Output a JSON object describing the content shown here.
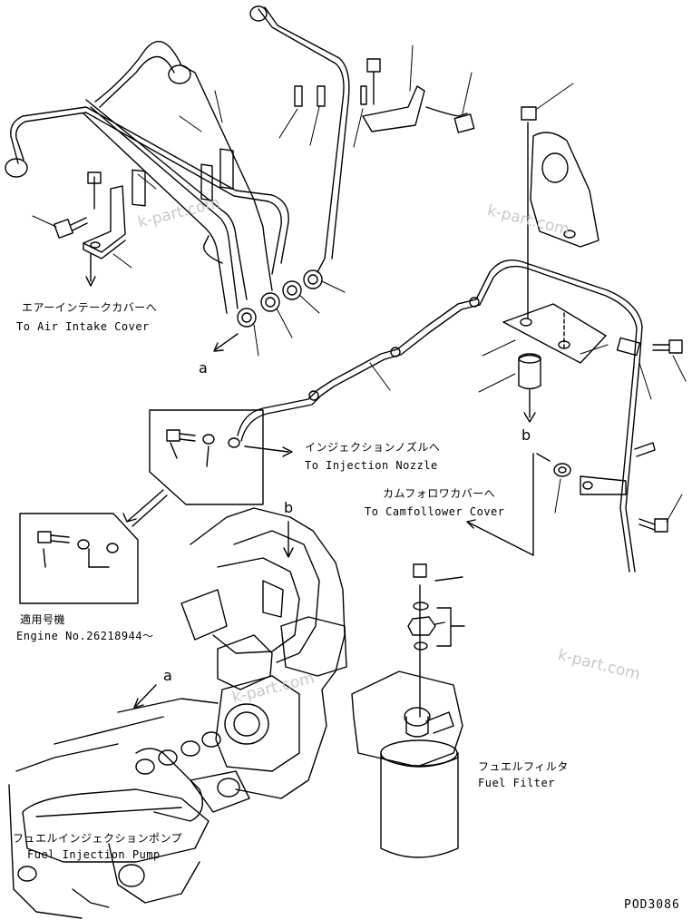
{
  "labels": {
    "air_intake_jp": "エアーインテークカバーへ",
    "air_intake_en": "To Air Intake Cover",
    "injection_nozzle_jp": "インジェクションノズルへ",
    "injection_nozzle_en": "To Injection Nozzle",
    "camfollower_jp": "カムフォロワカバーへ",
    "camfollower_en": "To Camfollower Cover",
    "serial_jp": "適用号機",
    "serial_en": "Engine No.26218944～",
    "fuel_filter_jp": "フュエルフィルタ",
    "fuel_filter_en": "Fuel Filter",
    "pump_jp": "フュエルインジェクションポンプ",
    "pump_en": "Fuel Injection Pump"
  },
  "callouts": {
    "a_top": "a",
    "b_right": "b",
    "b_engine": "b",
    "a_engine": "a"
  },
  "watermarks": [
    "k-part.com",
    "k-part.com",
    "k-part.com",
    "k-part.com"
  ],
  "drawing_code": "POD3086"
}
